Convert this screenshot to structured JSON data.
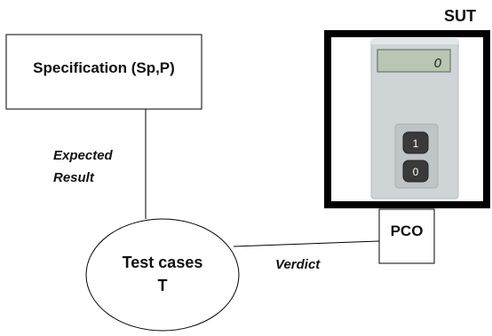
{
  "specification": {
    "label": "Specification (Sp,P)"
  },
  "expected_result": {
    "line1": "Expected",
    "line2": "Result"
  },
  "test_cases": {
    "line1": "Test cases",
    "line2": "T"
  },
  "verdict": {
    "label": "Verdict"
  },
  "pco": {
    "label": "PCO"
  },
  "sut": {
    "label": "SUT",
    "display_value": "0",
    "buttons": [
      {
        "label": "1"
      },
      {
        "label": "0"
      }
    ]
  },
  "colors": {
    "stroke": "#000000",
    "device_body": "#cfd4d6",
    "display_bg": "#b9c6b3",
    "button_bg": "#3a3a3a"
  }
}
